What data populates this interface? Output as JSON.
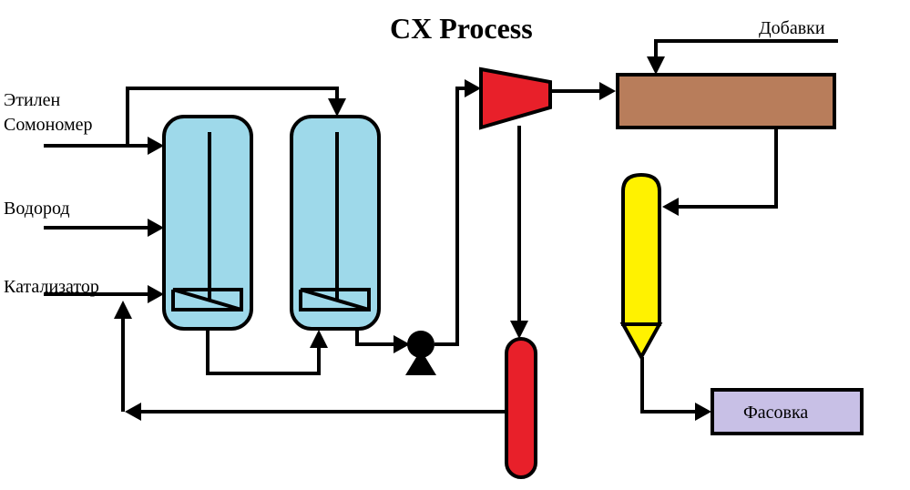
{
  "title": "CX Process",
  "inputs": {
    "ethylene": "Этилен",
    "comonomer": "Сомономер",
    "hydrogen": "Водород",
    "catalyst": "Катализатор",
    "additives": "Добавки"
  },
  "outputs": {
    "packaging": "Фасовка"
  },
  "colors": {
    "reactor": "#9ed9ea",
    "flash_unit": "#e8202a",
    "extruder": "#b87d5b",
    "silo": "#fff200",
    "packaging_box": "#c8c0e6",
    "lines": "#000000"
  }
}
